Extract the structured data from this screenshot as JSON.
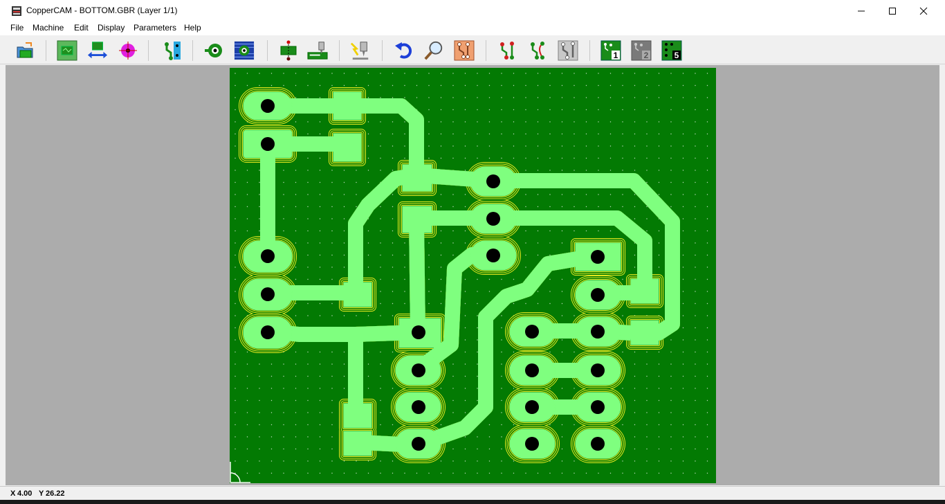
{
  "window": {
    "app_name": "CopperCAM",
    "file_name": "BOTTOM.GBR",
    "layer_info": "(Layer 1/1)",
    "title_full": "CopperCAM  -  BOTTOM.GBR   (Layer 1/1)",
    "controls": [
      "minimize-icon",
      "maximize-icon",
      "close-icon"
    ]
  },
  "menu": {
    "items": [
      "File",
      "Machine",
      "Edit",
      "Display",
      "Parameters",
      "Help"
    ]
  },
  "toolbar": {
    "icons": [
      "open-file-icon",
      "board-layer-icon",
      "mirror-board-icon",
      "drill-pad-icon",
      "tracks-icon",
      "single-contour-icon",
      "multiple-contours-icon",
      "drill-hole-icon",
      "engrave-tool-icon",
      "spark-mill-icon",
      "undo-icon",
      "zoom-icon",
      "pcb-view-icon",
      "route-red-icon",
      "route-green-icon",
      "route-grey-icon",
      "layer-1-icon",
      "layer-2-icon",
      "layer-5-icon"
    ],
    "layer_badges": [
      "1",
      "2",
      "5"
    ]
  },
  "status": {
    "x_label": "X",
    "x_value": "4.00",
    "y_label": "Y",
    "y_value": "26.22"
  },
  "colors": {
    "board_background": "#037a03",
    "copper": "#7fff7f",
    "isolation_contour": "#e8e820",
    "hole": "#000000",
    "workspace": "#acacac"
  }
}
